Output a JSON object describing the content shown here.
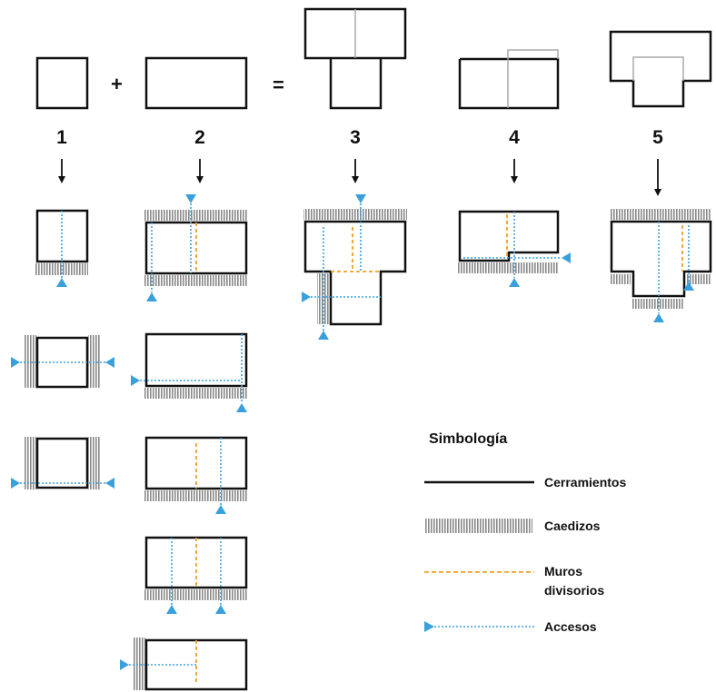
{
  "operators": {
    "plus": "+",
    "equals": "="
  },
  "numbers": [
    "1",
    "2",
    "3",
    "4",
    "5"
  ],
  "legend": {
    "title": "Simbología",
    "cerramientos": "Cerramientos",
    "caedizos": "Caedizos",
    "muros_line1": "Muros",
    "muros_line2": "divisorios",
    "accesos": "Accesos"
  },
  "colors": {
    "wall": "#111111",
    "hatch": "#8a8a8a",
    "divider": "#f0a020",
    "access": "#3aa0dc",
    "overlap": "#a8a8a8"
  }
}
